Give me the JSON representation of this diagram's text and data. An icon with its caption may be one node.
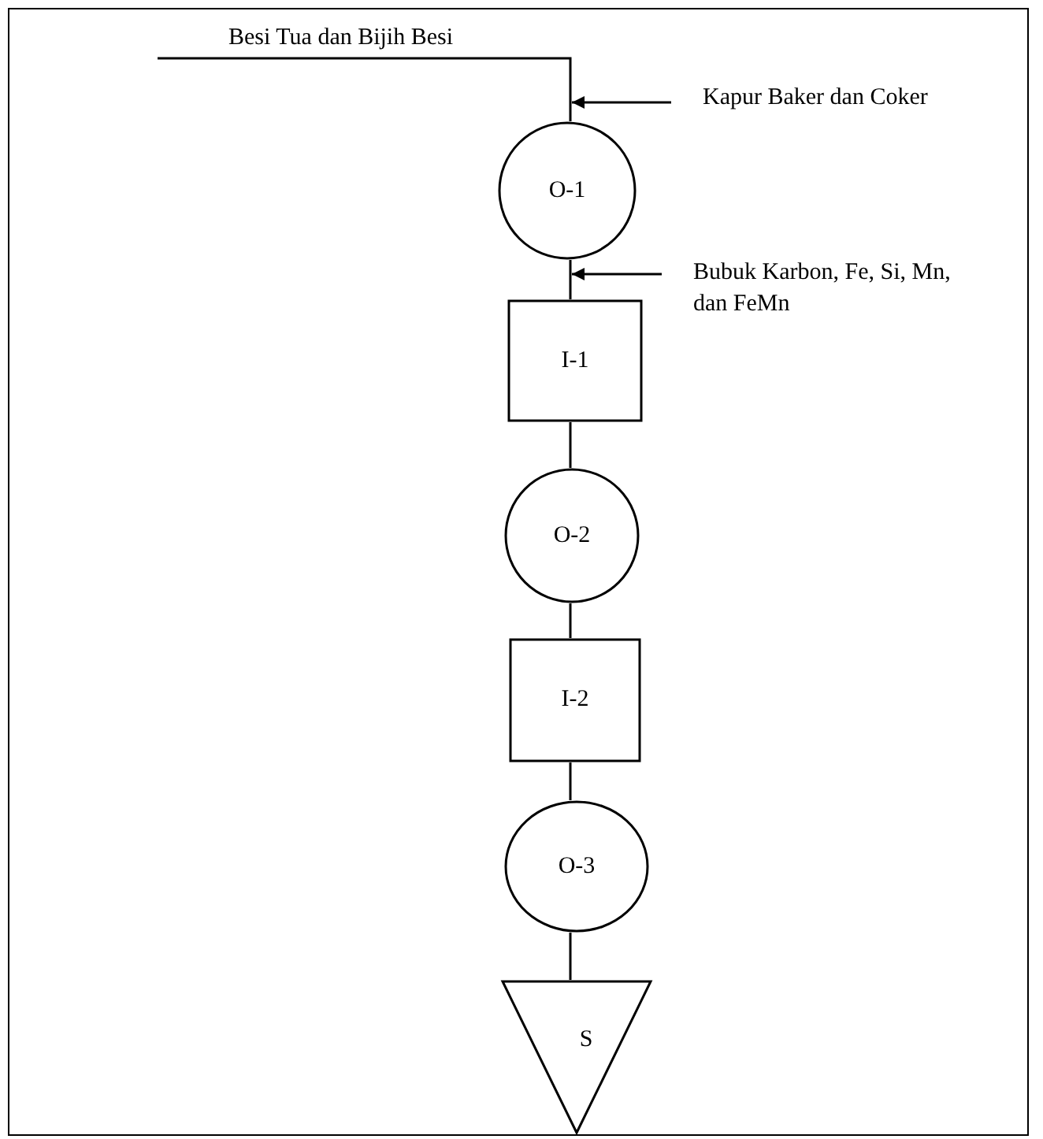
{
  "diagram": {
    "nodes": [
      {
        "text": [
          "Besi Tua dan Bijih Besi"
        ]
      },
      {
        "text": [
          "Kapur Baker dan Coker"
        ]
      },
      {
        "text": [
          "O-1"
        ]
      },
      {
        "text": [
          "Bubuk Karbon, Fe, Si, Mn, dan FeMn"
        ]
      },
      {
        "text": [
          "I-1"
        ]
      },
      {
        "text": [
          "O-2"
        ]
      },
      {
        "text": [
          "I-2"
        ]
      },
      {
        "text": [
          "O-3"
        ]
      },
      {
        "text": [
          "S"
        ]
      }
    ],
    "edges": [
      {
        "from": 0,
        "to": 2,
        "arrow": "none"
      },
      {
        "from": 1,
        "to": 2,
        "arrow": "to"
      },
      {
        "from": 2,
        "to": 4,
        "arrow": "none"
      },
      {
        "from": 3,
        "to": 4,
        "arrow": "to"
      },
      {
        "from": 4,
        "to": 5,
        "arrow": "none"
      },
      {
        "from": 5,
        "to": 6,
        "arrow": "none"
      },
      {
        "from": 6,
        "to": 7,
        "arrow": "none"
      },
      {
        "from": 7,
        "to": 8,
        "arrow": "none"
      }
    ]
  }
}
